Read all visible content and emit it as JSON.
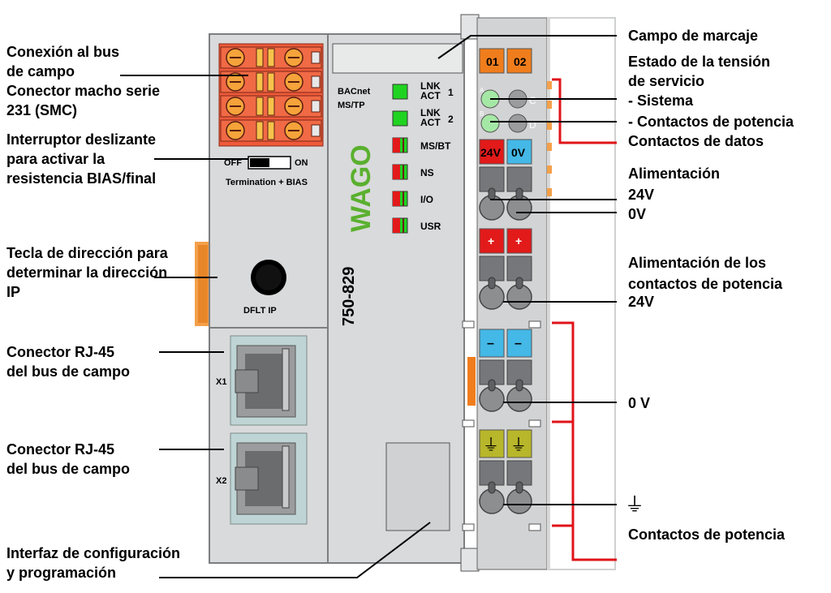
{
  "labels_left": {
    "fieldbus_conn": [
      "Conexión al bus",
      "de campo",
      "Conector macho serie",
      "231 (SMC)"
    ],
    "slide_switch": [
      "Interruptor deslizante",
      "para activar la",
      "resistencia BIAS/final"
    ],
    "address_key": [
      "Tecla de dirección para",
      "determinar la dirección",
      "IP"
    ],
    "rj45_1": [
      "Conector RJ-45",
      "del bus de campo"
    ],
    "rj45_2": [
      "Conector RJ-45",
      "del bus de campo"
    ],
    "config_if": [
      "Interfaz de configuración",
      "y programación"
    ]
  },
  "labels_right": {
    "marking": "Campo de marcaje",
    "supply_status": [
      "Estado de la tensión",
      "de servicio",
      "- Sistema",
      "- Contactos de potencia"
    ],
    "data_contacts": "Contactos de datos",
    "supply": [
      "Alimentación",
      "24V",
      "0V"
    ],
    "power_supply": [
      "Alimentación de los",
      "contactos de potencia",
      "24V"
    ],
    "zero_v": "0 V",
    "ground_symbol": "⏚",
    "power_contacts": "Contactos de potencia"
  },
  "device": {
    "switch_off": "OFF",
    "switch_on": "ON",
    "termination": "Termination + BIAS",
    "dflt_ip": "DFLT IP",
    "x1": "X1",
    "x2": "X2",
    "bacnet": [
      "BACnet",
      "MS/TP"
    ],
    "leds": [
      {
        "label": [
          "LNK",
          "ACT"
        ],
        "num": "1",
        "type": "green"
      },
      {
        "label": [
          "LNK",
          "ACT"
        ],
        "num": "2",
        "type": "green"
      },
      {
        "label": [
          "MS/BT"
        ],
        "num": "",
        "type": "redgreen"
      },
      {
        "label": [
          "NS"
        ],
        "num": "",
        "type": "redgreen"
      },
      {
        "label": [
          "I/O"
        ],
        "num": "",
        "type": "redgreen"
      },
      {
        "label": [
          "USR"
        ],
        "num": "",
        "type": "redgreen"
      }
    ],
    "brand": "WAGO",
    "model": "750-829",
    "tag_01": "01",
    "tag_02": "02",
    "led_a": "A",
    "led_b": "B",
    "led_c": "C",
    "led_d": "D",
    "term_24v": "24V",
    "term_0v": "0V",
    "plus": "+",
    "minus": "–",
    "ground": "⏚"
  },
  "colors": {
    "housing": "#d6d7d7",
    "orange": "#f07d1c",
    "red_term": "#e21a1a",
    "blue_term": "#44b8e6",
    "olive_term": "#b8b62a",
    "green_led": "#21d321",
    "wago_green": "#5ab02f",
    "red_line": "#e0141a"
  }
}
